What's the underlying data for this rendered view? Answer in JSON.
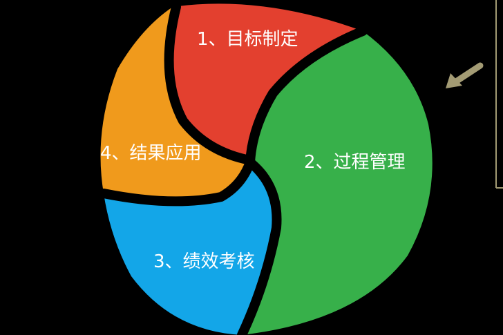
{
  "cycle": {
    "segments": [
      {
        "label": "1、目标制定",
        "color": "#e3402f"
      },
      {
        "label": "2、过程管理",
        "color": "#37b04a"
      },
      {
        "label": "3、绩效考核",
        "color": "#13a6e8"
      },
      {
        "label": "4、结果应用",
        "color": "#f09a1c"
      }
    ],
    "gap_color": "#000000"
  },
  "pointer": {
    "color": "#a39b74",
    "icon": "arrow-pointer"
  },
  "bracket": {
    "color": "#a39b74"
  }
}
